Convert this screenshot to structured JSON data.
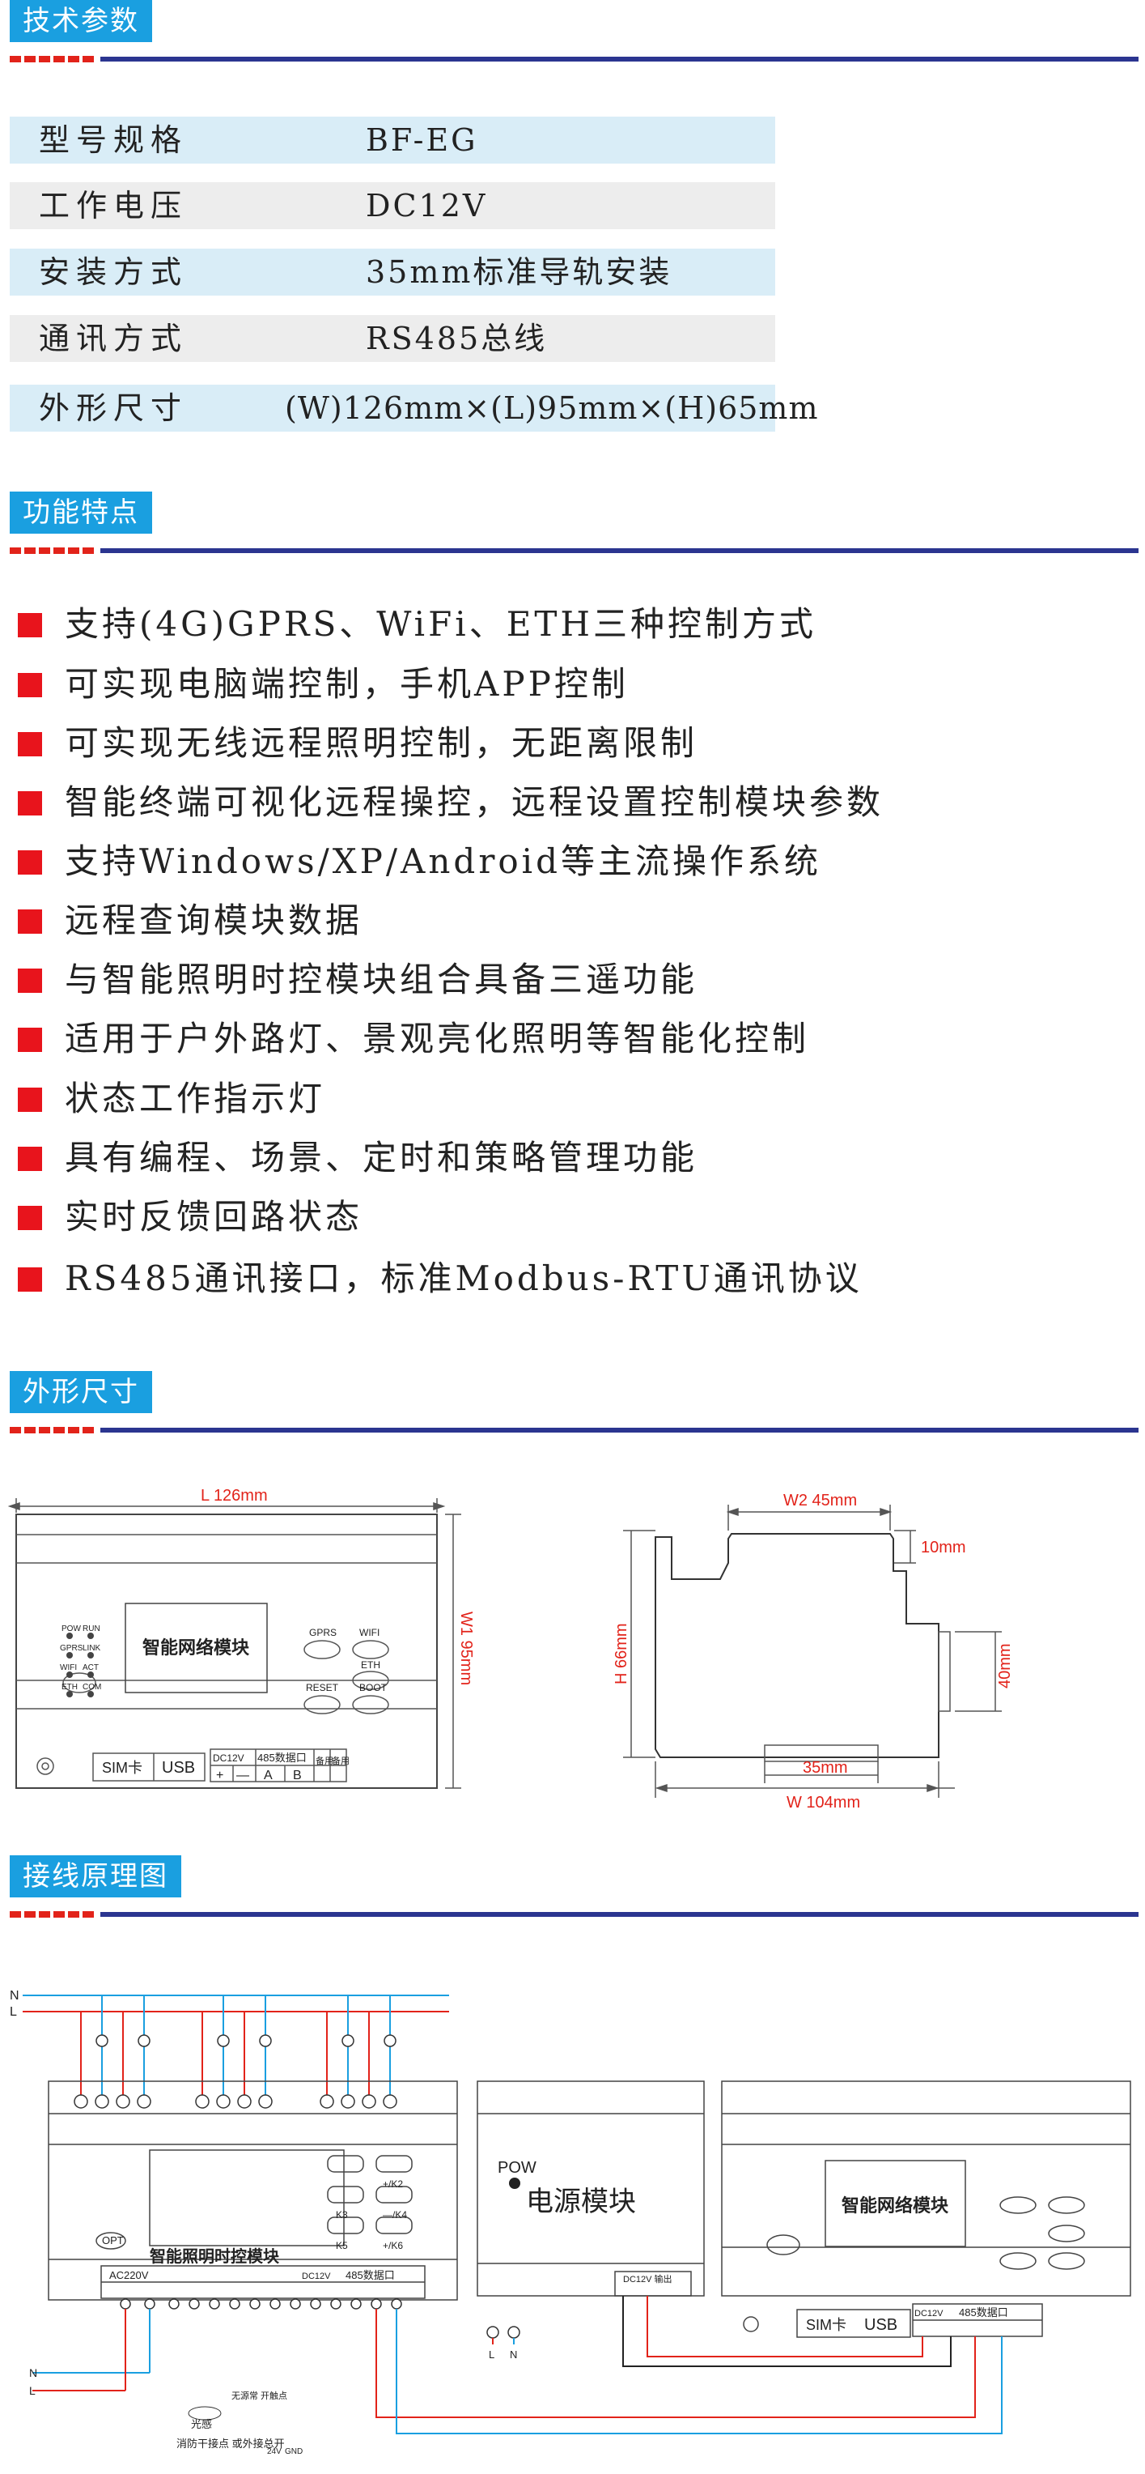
{
  "sections": {
    "specs_title": "技术参数",
    "features_title": "功能特点",
    "dims_title": "外形尺寸",
    "wiring_title": "接线原理图"
  },
  "specs": [
    {
      "key": "型号规格",
      "value": "BF-EG"
    },
    {
      "key": "工作电压",
      "value": "DC12V"
    },
    {
      "key": "安装方式",
      "value": "35mm标准导轨安装"
    },
    {
      "key": "通讯方式",
      "value": "RS485总线"
    },
    {
      "key": "外形尺寸",
      "value": "(W)126mm×(L)95mm×(H)65mm"
    }
  ],
  "features": [
    "支持(4G)GPRS、WiFi、ETH三种控制方式",
    "可实现电脑端控制，手机APP控制",
    "可实现无线远程照明控制，无距离限制",
    "智能终端可视化远程操控，远程设置控制模块参数",
    "支持Windows/XP/Android等主流操作系统",
    "远程查询模块数据",
    "与智能照明时控模块组合具备三遥功能",
    "适用于户外路灯、景观亮化照明等智能化控制",
    "状态工作指示灯",
    "具有编程、场景、定时和策略管理功能",
    "实时反馈回路状态",
    "RS485通讯接口，标准Modbus-RTU通讯协议"
  ],
  "front_view": {
    "dim_l": "L  126mm",
    "dim_w1": "W1  95mm",
    "module_name": "智能网络模块",
    "leds": [
      "POW",
      "RUN",
      "GPRS",
      "LINK",
      "WIFI",
      "ACT",
      "ETH",
      "COM"
    ],
    "buttons": [
      "GPRS",
      "WIFI",
      "ETH",
      "RESET",
      "BOOT"
    ],
    "sim": "SIM卡",
    "usb": "USB",
    "dc12v": "DC12V",
    "rs485": "485数据口",
    "spare": "备用",
    "terminals": [
      "+",
      "—",
      "A",
      "B"
    ]
  },
  "side_view": {
    "w2": "W2  45mm",
    "d10": "10mm",
    "h": "H  66mm",
    "d40": "40mm",
    "d35": "35mm",
    "w": "W   104mm"
  },
  "wiring": {
    "N": "N",
    "L": "L",
    "timer_module": "智能照明时控模块",
    "power_module": "电源模块",
    "network_module": "智能网络模块",
    "pow": "POW",
    "ac220v": "AC220V",
    "dc12v": "DC12V",
    "dc12v_out": "DC12V 输出",
    "rs485": "485数据口",
    "sim": "SIM卡",
    "usb": "USB",
    "opt": "OPT",
    "keys": [
      "K3",
      "K5",
      "+/K2",
      "—/K4",
      "+/K6"
    ],
    "light_sensor": "光感",
    "fire_note": "消防干接点\n或外接总开",
    "passive_note": "无源常\n开触点",
    "v24": "24V",
    "gnd": "GND"
  }
}
